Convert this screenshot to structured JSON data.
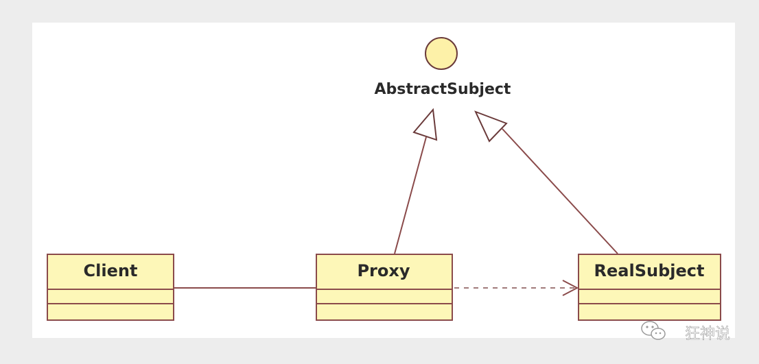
{
  "diagram": {
    "interface": {
      "name": "AbstractSubject"
    },
    "classes": [
      {
        "id": "client",
        "name": "Client"
      },
      {
        "id": "proxy",
        "name": "Proxy"
      },
      {
        "id": "realsubject",
        "name": "RealSubject"
      }
    ],
    "relations": [
      {
        "from": "client",
        "to": "proxy",
        "kind": "association"
      },
      {
        "from": "proxy",
        "to": "interface",
        "kind": "realization"
      },
      {
        "from": "realsubject",
        "to": "interface",
        "kind": "realization"
      },
      {
        "from": "proxy",
        "to": "realsubject",
        "kind": "dependency"
      }
    ]
  },
  "colors": {
    "class_fill": "#fdf7b8",
    "line": "#8a4a4a",
    "interface_fill": "#fdf1a8"
  },
  "watermark": {
    "text": "狂神说",
    "icon": "wechat-icon"
  }
}
